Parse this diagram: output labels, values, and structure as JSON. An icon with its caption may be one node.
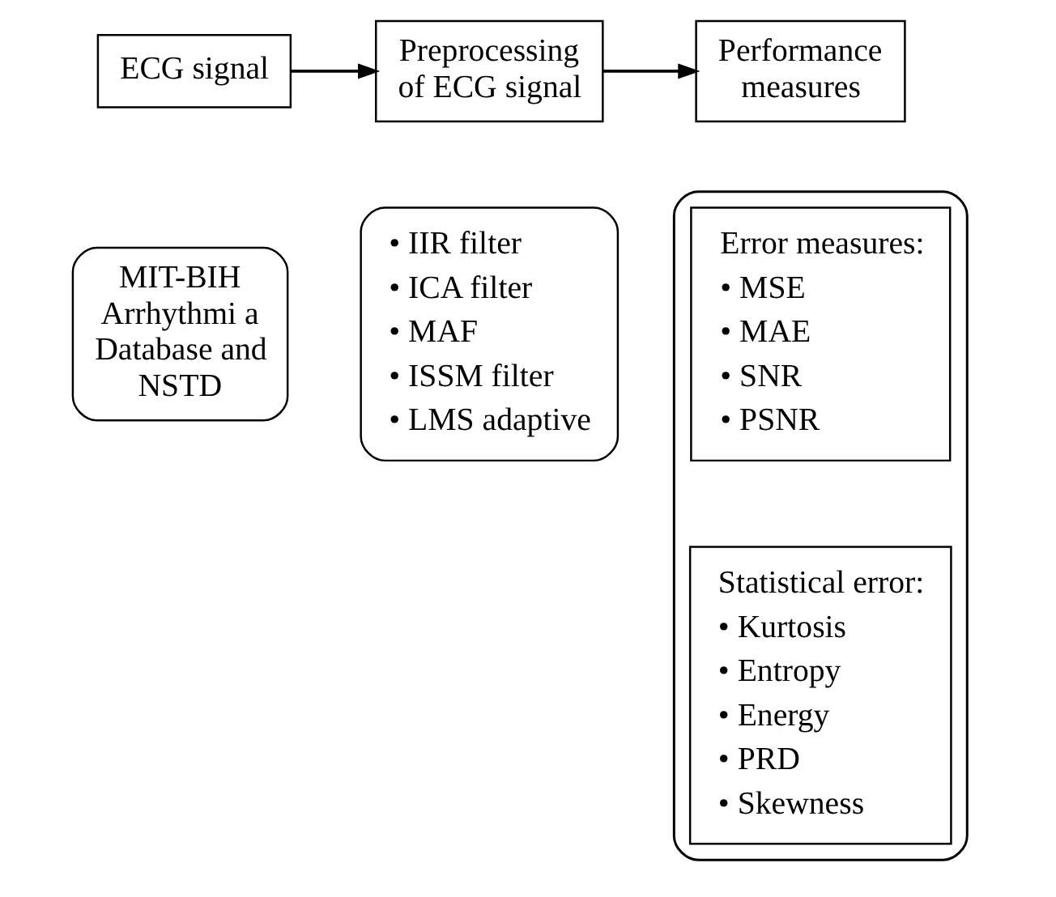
{
  "diagram": {
    "nodes": [
      {
        "text": [
          "ECG signal"
        ]
      },
      {
        "text": [
          "Preprocessing of ECG signal"
        ]
      },
      {
        "text": [
          "Performance measures"
        ]
      },
      {
        "text": [
          "MIT-BIH Arrhythmi a Database and NSTD"
        ]
      },
      {
        "text": [
          "• IIR filter",
          "• ICA filter",
          "• MAF",
          "• ISSM filter",
          "• LMS adaptive"
        ]
      },
      {
        "text": [],
        "shape": "box"
      },
      {
        "text": [
          "Error measures:",
          "• MSE",
          "• MAE",
          "• SNR",
          "• PSNR"
        ],
        "in": 5
      },
      {
        "text": [
          "Statistical error:",
          "• Kurtosis",
          "• Entropy",
          "• Energy",
          "• PRD",
          "• Skewness"
        ],
        "in": 5
      }
    ],
    "edges": [
      {
        "from": 0,
        "to": 1,
        "arrow": "to"
      },
      {
        "from": 1,
        "to": 2,
        "arrow": "to"
      }
    ]
  }
}
